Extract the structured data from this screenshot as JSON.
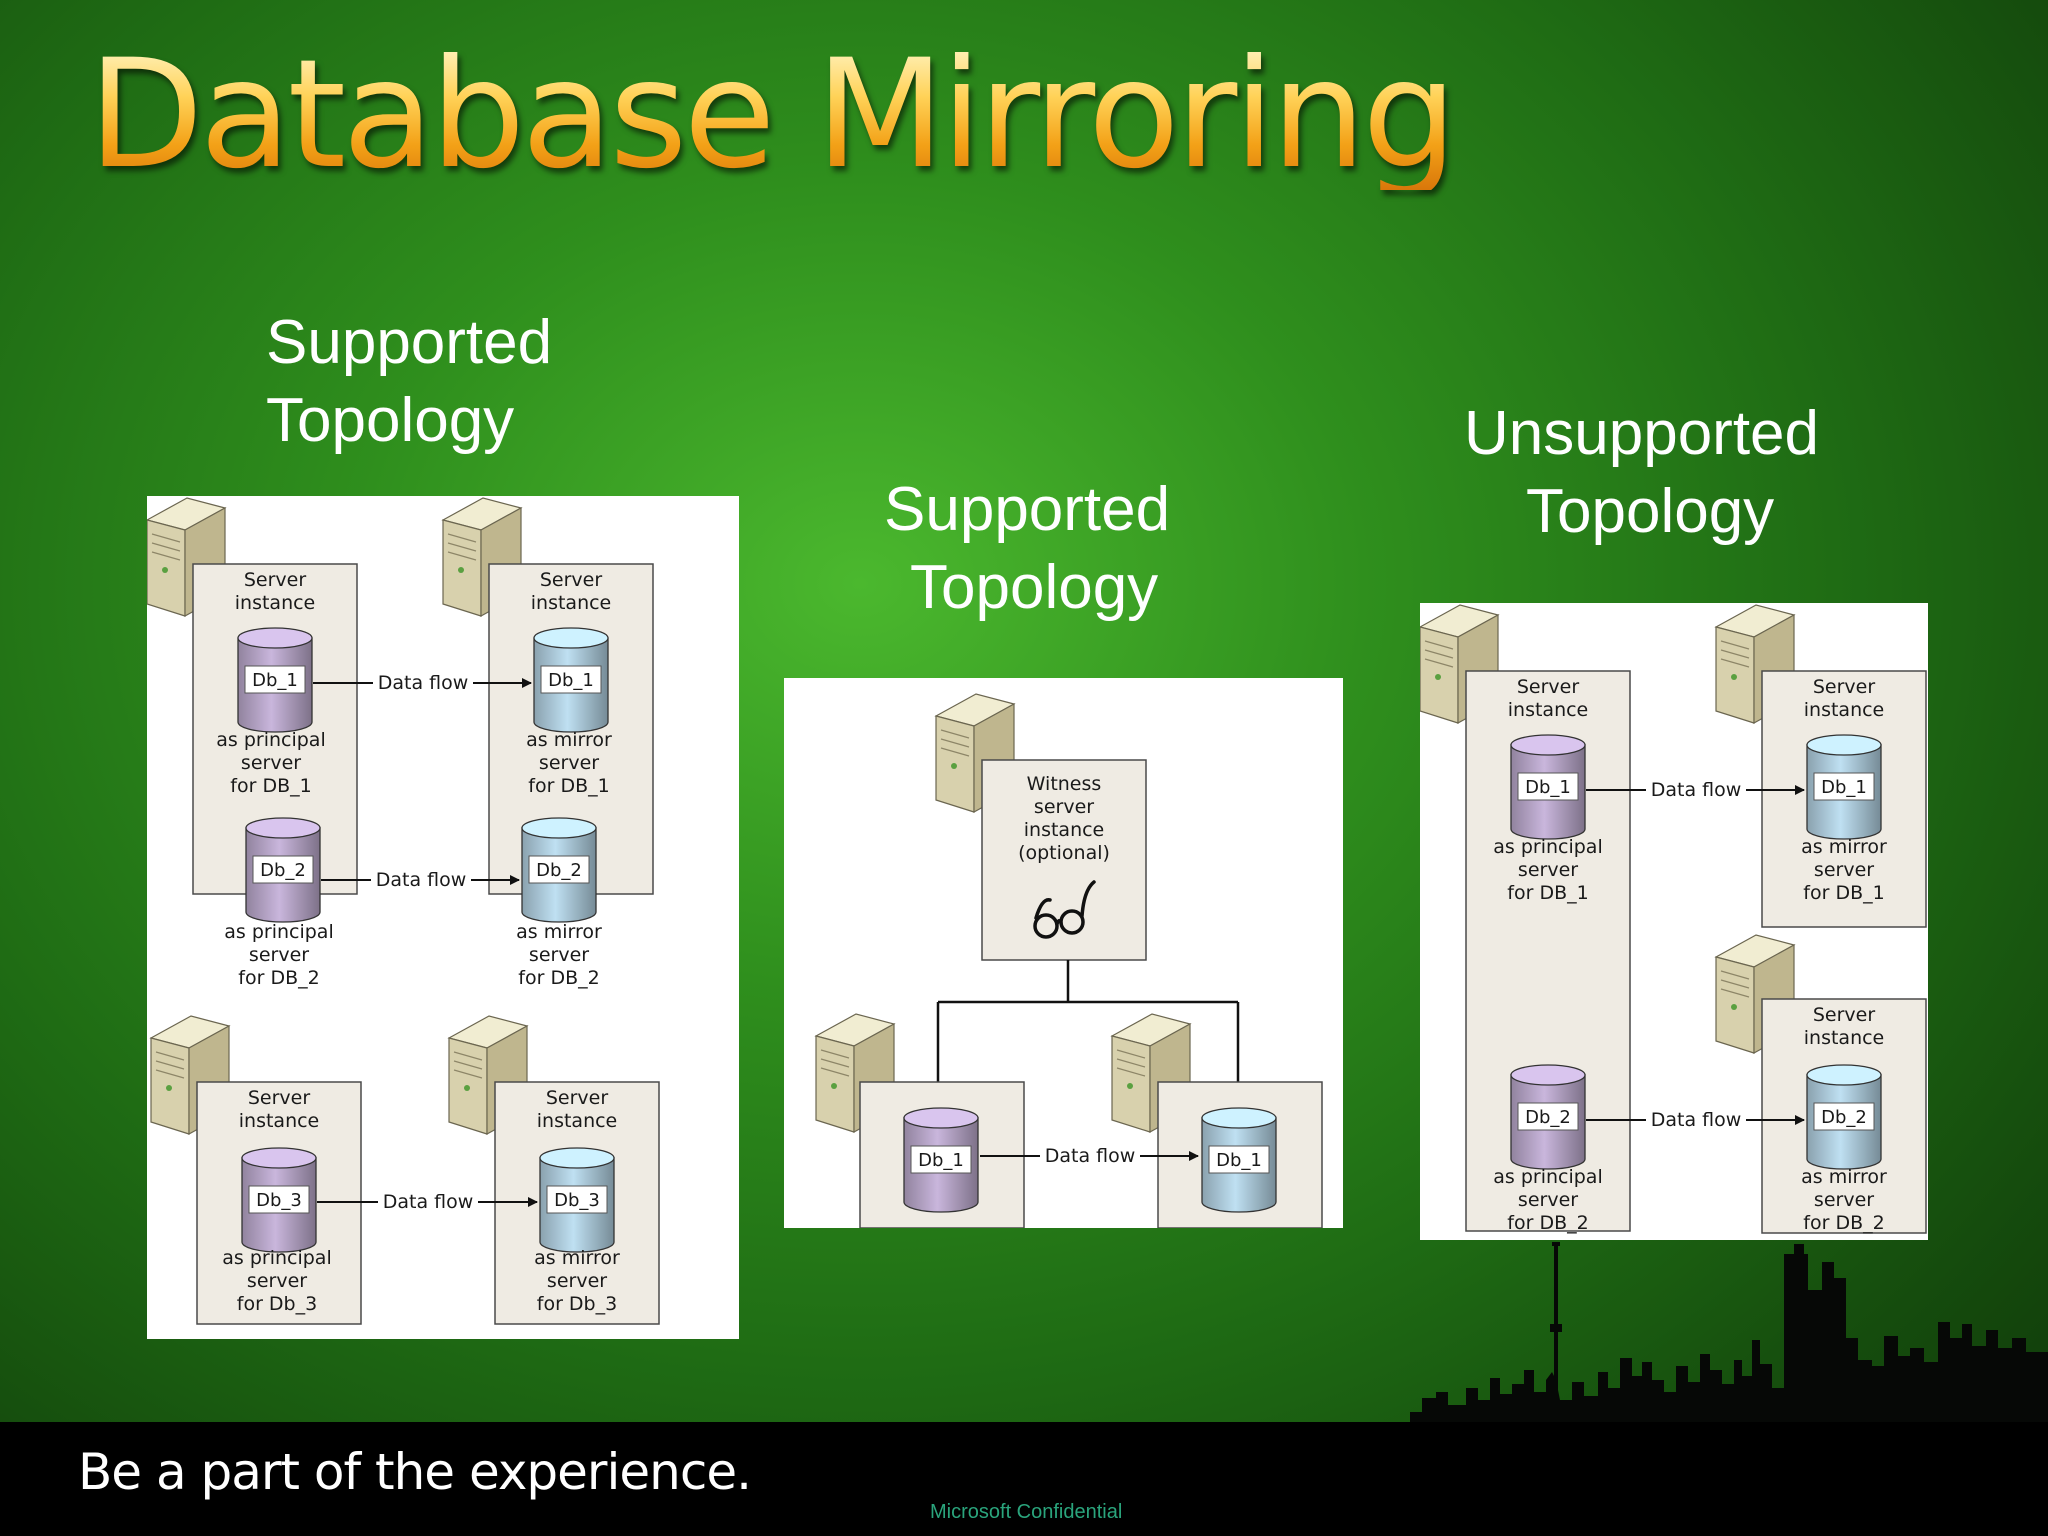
{
  "title": "Database Mirroring",
  "headings": {
    "left": [
      "Supported",
      "Topology"
    ],
    "middle": [
      "Supported",
      "Topology"
    ],
    "right": [
      "Unsupported",
      "Topology"
    ]
  },
  "labels": {
    "server_instance": [
      "Server",
      "instance"
    ],
    "data_flow": "Data flow",
    "witness": [
      "Witness",
      "server",
      "instance",
      "(optional)"
    ]
  },
  "databases": {
    "db1": "Db_1",
    "db2": "Db_2",
    "db3": "Db_3"
  },
  "captions": {
    "principal_db1": [
      "as principal",
      "server",
      "for DB_1"
    ],
    "mirror_db1": [
      "as mirror",
      "server",
      "for DB_1"
    ],
    "principal_db2": [
      "as principal",
      "server",
      "for DB_2"
    ],
    "mirror_db2": [
      "as mirror",
      "server",
      "for DB_2"
    ],
    "principal_db3": [
      "as principal",
      "server",
      "for Db_3"
    ],
    "mirror_db3": [
      "as mirror",
      "server",
      "for Db_3"
    ]
  },
  "colors": {
    "principal_db": "#c9b6dc",
    "mirror_db": "#bfe0f2",
    "instance_box": "#efebe3",
    "title_gold": "#f6b02c"
  },
  "footer": {
    "tagline": "Be a part of the experience.",
    "confidential": "Microsoft Confidential"
  }
}
